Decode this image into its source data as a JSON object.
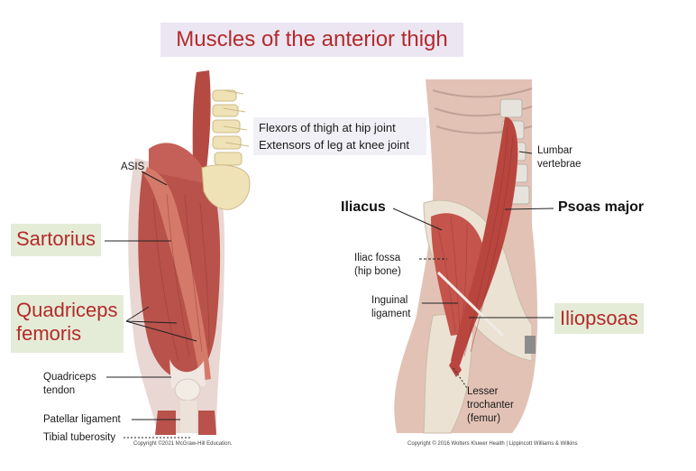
{
  "title": "Muscles of the anterior thigh",
  "functions": [
    "Flexors of thigh at hip joint",
    "Extensors of leg at knee joint"
  ],
  "left_figure": {
    "labels": {
      "asis": "ASIS",
      "sartorius": "Sartorius",
      "quadriceps": [
        "Quadriceps",
        "femoris"
      ],
      "quadriceps_tendon": [
        "Quadriceps",
        "tendon"
      ],
      "patellar_ligament": "Patellar ligament",
      "tibial_tuberosity": "Tibial tuberosity"
    },
    "copyright": "Copyright ©2021 McGraw-Hill Education."
  },
  "right_figure": {
    "labels": {
      "lumbar": [
        "Lumbar",
        "vertebrae"
      ],
      "iliacus": "Iliacus",
      "psoas_major": "Psoas major",
      "iliac_fossa": [
        "Iliac fossa",
        "(hip bone)"
      ],
      "inguinal": [
        "Inguinal",
        "ligament"
      ],
      "iliopsoas": "Iliopsoas",
      "lesser_trochanter": [
        "Lesser",
        "trochanter",
        "(femur)"
      ]
    },
    "copyright": "Copyright © 2016 Wolters Kluwer Health | Lippincott Williams & Wilkins"
  },
  "colors": {
    "title_text": "#b42a2a",
    "title_bg": "#ece6f3",
    "highlight_bg": "#e4ecd7",
    "muscle": "#b8524a",
    "bone": "#efe2b6",
    "skin": "#d8b8a8"
  }
}
